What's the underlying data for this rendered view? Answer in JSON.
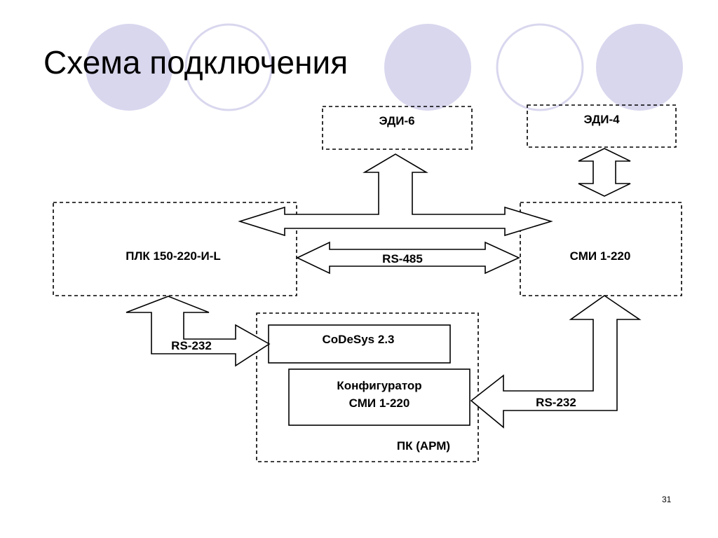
{
  "slide": {
    "title": "Схема подключения",
    "page_number": "31"
  },
  "colors": {
    "decor_fill": "#d9d7ee",
    "decor_stroke": "#d9d7ee",
    "line": "#000000",
    "background": "#ffffff"
  },
  "nodes": {
    "edi6": "ЭДИ-6",
    "edi4": "ЭДИ-4",
    "plc": "ПЛК 150-220-И-L",
    "smi": "СМИ 1-220",
    "codesys": "CoDeSys 2.3",
    "configurator_line1": "Конфигуратор",
    "configurator_line2": "СМИ 1-220",
    "pc": "ПК (АРМ)"
  },
  "links": {
    "rs485": "RS-485",
    "rs232_left": "RS-232",
    "rs232_right": "RS-232"
  }
}
